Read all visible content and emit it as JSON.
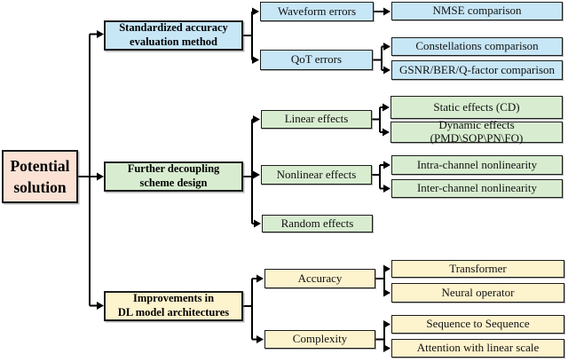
{
  "diagram": {
    "type": "flowchart-tree",
    "direction": "left-to-right",
    "root": {
      "label": "Potential\nsolution",
      "color": "#fbe2d5"
    },
    "branches": [
      {
        "label": "Standardized accuracy\nevaluation method",
        "color": "#c7e6f6",
        "children": [
          {
            "label": "Waveform errors",
            "children": [
              {
                "label": "NMSE comparison"
              }
            ]
          },
          {
            "label": "QoT errors",
            "children": [
              {
                "label": "Constellations comparison"
              },
              {
                "label": "GSNR/BER/Q-factor comparison"
              }
            ]
          }
        ]
      },
      {
        "label": "Further decoupling\nscheme design",
        "color": "#d8edd0",
        "children": [
          {
            "label": "Linear effects",
            "children": [
              {
                "label": "Static effects (CD)"
              },
              {
                "label": "Dynamic effects (PMD\\SOP\\PN\\FO)"
              }
            ]
          },
          {
            "label": "Nonlinear effects",
            "children": [
              {
                "label": "Intra-channel nonlinearity"
              },
              {
                "label": "Inter-channel nonlinearity"
              }
            ]
          },
          {
            "label": "Random effects",
            "children": []
          }
        ]
      },
      {
        "label": "Improvements in\nDL model architectures",
        "color": "#fdf3cd",
        "children": [
          {
            "label": "Accuracy",
            "children": [
              {
                "label": "Transformer"
              },
              {
                "label": "Neural operator"
              }
            ]
          },
          {
            "label": "Complexity",
            "children": [
              {
                "label": "Sequence to Sequence"
              },
              {
                "label": "Attention with linear scale"
              }
            ]
          }
        ]
      }
    ],
    "colors": {
      "line": "#000000",
      "box_border": "#1c1c1c",
      "background": "#ffffff"
    }
  }
}
